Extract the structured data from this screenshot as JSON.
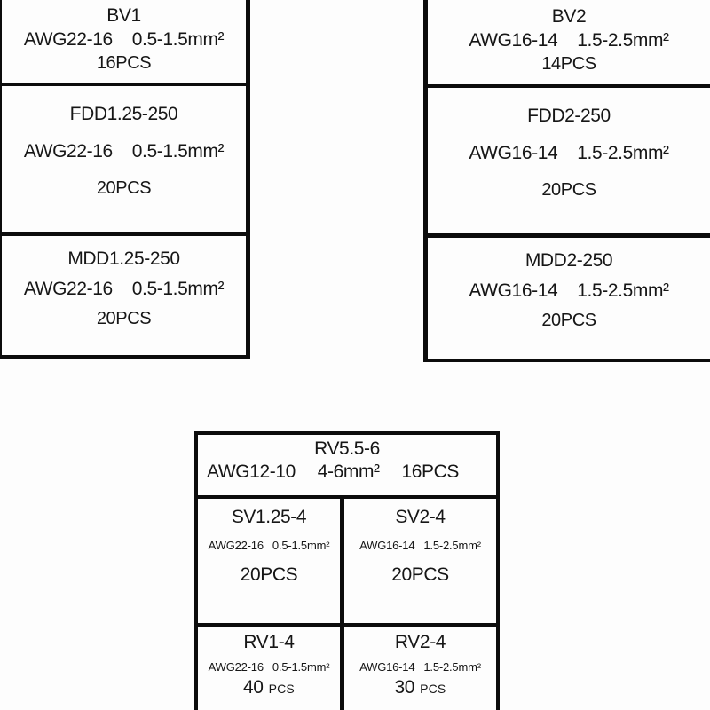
{
  "page": {
    "background": "#fdfdfd",
    "border_color": "#0c0c0c",
    "text_color": "#161616"
  },
  "left_column": {
    "boxes": [
      {
        "title": "BV1",
        "awg": "AWG22-16",
        "size": "0.5-1.5mm²",
        "qty": "16PCS"
      },
      {
        "title": "FDD1.25-250",
        "awg": "AWG22-16",
        "size": "0.5-1.5mm²",
        "qty": "20PCS"
      },
      {
        "title": "MDD1.25-250",
        "awg": "AWG22-16",
        "size": "0.5-1.5mm²",
        "qty": "20PCS"
      }
    ]
  },
  "right_column": {
    "boxes": [
      {
        "title": "BV2",
        "awg": "AWG16-14",
        "size": "1.5-2.5mm²",
        "qty": "14PCS"
      },
      {
        "title": "FDD2-250",
        "awg": "AWG16-14",
        "size": "1.5-2.5mm²",
        "qty": "20PCS"
      },
      {
        "title": "MDD2-250",
        "awg": "AWG16-14",
        "size": "1.5-2.5mm²",
        "qty": "20PCS"
      }
    ]
  },
  "bottom_table": {
    "header": {
      "title": "RV5.5-6",
      "awg": "AWG12-10",
      "size": "4-6mm²",
      "qty": "16PCS"
    },
    "mid_left": {
      "title": "SV1.25-4",
      "awg": "AWG22-16",
      "size": "0.5-1.5mm²",
      "qty": "20PCS"
    },
    "mid_right": {
      "title": "SV2-4",
      "awg": "AWG16-14",
      "size": "1.5-2.5mm²",
      "qty": "20PCS"
    },
    "bot_left": {
      "title": "RV1-4",
      "awg": "AWG22-16",
      "size": "0.5-1.5mm²",
      "qty_num": "40",
      "qty_unit": "PCS"
    },
    "bot_right": {
      "title": "RV2-4",
      "awg": "AWG16-14",
      "size": "1.5-2.5mm²",
      "qty_num": "30",
      "qty_unit": "PCS"
    }
  }
}
